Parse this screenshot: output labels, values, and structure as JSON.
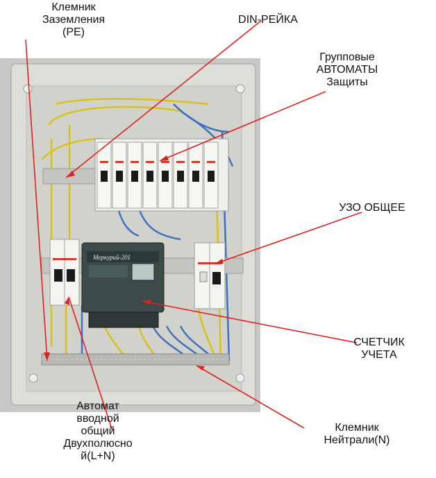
{
  "labels": {
    "ground_terminal": [
      "Клемник",
      "Заземления",
      "(PE)"
    ],
    "din_rail": [
      "DIN-РЕЙКА"
    ],
    "group_breakers": [
      "Групповые",
      "АВТОМАТЫ",
      "Защиты"
    ],
    "rcd_main": [
      "УЗО ОБЩЕЕ"
    ],
    "meter": [
      "СЧЕТЧИК",
      "УЧЕТА"
    ],
    "main_breaker": [
      "Автомат",
      "вводной",
      "общий",
      "Двухполюсно",
      "й(L+N)"
    ],
    "neutral_terminal": [
      "Клемник",
      "Нейтрали(N)"
    ]
  },
  "meter_brand": "Меркурий-201",
  "colors": {
    "arrow": "#e02020",
    "wall": "#c9c9c7",
    "enclosure": "#dcdcda",
    "wire_yellow": "#d8c21a",
    "wire_blue": "#3f6fc0",
    "breaker_body": "#f2f2f0",
    "meter_body": "#3c4a4a"
  }
}
